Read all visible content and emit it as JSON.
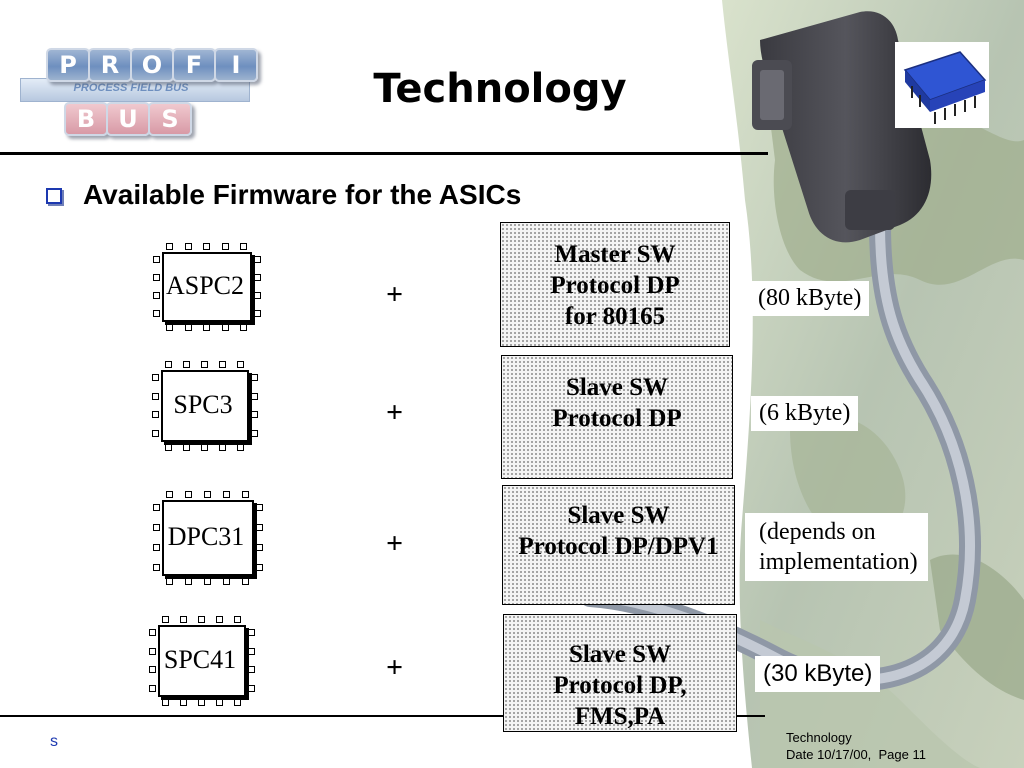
{
  "logo": {
    "top_letters": [
      "P",
      "R",
      "O",
      "F",
      "I"
    ],
    "band_text": "PROCESS FIELD BUS",
    "bottom_letters": [
      "B",
      "U",
      "S"
    ]
  },
  "title": "Technology",
  "bullet": "Available Firmware for the ASICs",
  "rows": [
    {
      "chip": "ASPC2",
      "plus": "+",
      "firmware": [
        "Master SW",
        "Protocol DP",
        "for 80165"
      ],
      "size": "(80 kByte)"
    },
    {
      "chip": "SPC3",
      "plus": "+",
      "firmware": [
        "Slave SW",
        "Protocol DP"
      ],
      "size": "(6 kByte)"
    },
    {
      "chip": "DPC31",
      "plus": "+",
      "firmware": [
        "Slave SW",
        "Protocol DP/DPV1"
      ],
      "size": [
        "(depends on",
        "implementation)"
      ]
    },
    {
      "chip": "SPC41",
      "plus": "+",
      "firmware": [
        "Slave SW",
        "Protocol DP,",
        "FMS,PA"
      ],
      "size": "(30 kByte)"
    }
  ],
  "footer": {
    "left": "s",
    "right_line1": "Technology",
    "right_line2": "Date 10/17/00,  Page 11"
  },
  "colors": {
    "bullet": "#1d39b0",
    "logo": "#6e8fbf"
  }
}
